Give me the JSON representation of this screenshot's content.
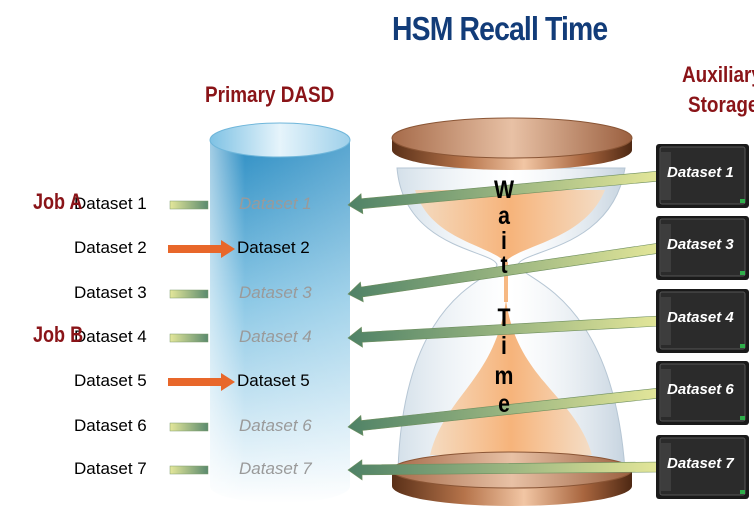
{
  "title": "HSM Recall Time",
  "primary_header": "Primary DASD",
  "auxiliary_header": {
    "line1": "Auxiliary",
    "line2": "Storage"
  },
  "jobs": [
    {
      "label": "Job A",
      "row": 0
    },
    {
      "label": "Job B",
      "row": 3
    }
  ],
  "rows": [
    {
      "left": "Dataset 1",
      "dasd": "Dataset 1",
      "state": "recall"
    },
    {
      "left": "Dataset 2",
      "dasd": "Dataset 2",
      "state": "resident"
    },
    {
      "left": "Dataset 3",
      "dasd": "Dataset 3",
      "state": "recall"
    },
    {
      "left": "Dataset 4",
      "dasd": "Dataset 4",
      "state": "recall"
    },
    {
      "left": "Dataset 5",
      "dasd": "Dataset 5",
      "state": "resident"
    },
    {
      "left": "Dataset 6",
      "dasd": "Dataset 6",
      "state": "recall"
    },
    {
      "left": "Dataset 7",
      "dasd": "Dataset 7",
      "state": "recall"
    }
  ],
  "tapes": [
    "Dataset 1",
    "Dataset 3",
    "Dataset 4",
    "Dataset 6",
    "Dataset 7"
  ],
  "wait_letters": [
    "W",
    "a",
    "i",
    "t"
  ],
  "time_letters": [
    "T",
    "i",
    "m",
    "e"
  ],
  "colors": {
    "title": "#123c79",
    "headers": "#8a1418",
    "arrow_resident": "#e8672a",
    "arrow_recall_start": "#dfe38a",
    "arrow_recall_end": "#5b8a6e",
    "cylinder_top": "#2d8fc2",
    "tape_body": "#1a1a1a"
  }
}
